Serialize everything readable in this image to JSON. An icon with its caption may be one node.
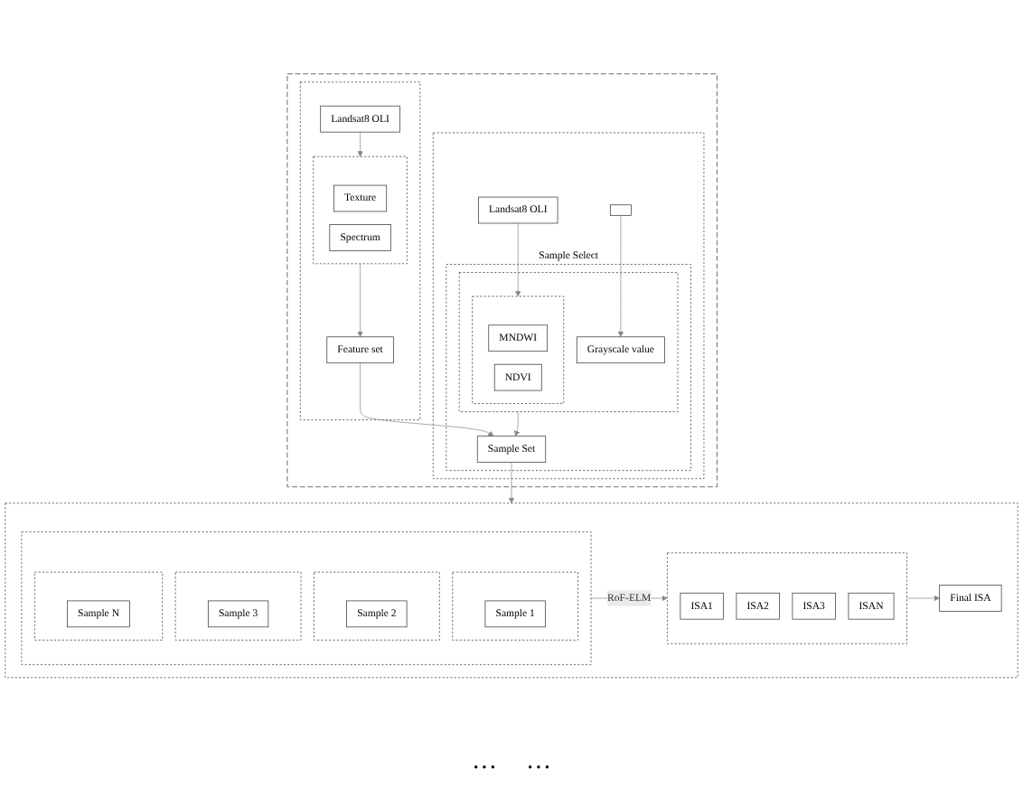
{
  "diagram": {
    "nodes": [
      {
        "text": [],
        "shape": "box"
      },
      {
        "text": [],
        "shape": "box",
        "in": 0
      },
      {
        "text": [
          "Landsat8 OLI"
        ],
        "in": 1
      },
      {
        "text": [],
        "shape": "box",
        "in": 1
      },
      {
        "text": [
          "Sample Select"
        ],
        "in": 1
      },
      {
        "text": [],
        "shape": "box",
        "in": 4
      },
      {
        "text": [],
        "shape": "box",
        "in": 5
      },
      {
        "text": [
          "MNDWI"
        ],
        "in": 6
      },
      {
        "text": [
          "NDVI"
        ],
        "in": 6
      },
      {
        "text": [
          "Grayscale value"
        ],
        "in": 5
      },
      {
        "text": [
          "Sample Set"
        ],
        "in": 4
      },
      {
        "text": [],
        "shape": "box",
        "in": 0
      },
      {
        "text": [
          "Landsat8 OLI"
        ],
        "in": 11
      },
      {
        "text": [],
        "shape": "box",
        "in": 11
      },
      {
        "text": [
          "Texture"
        ],
        "in": 13
      },
      {
        "text": [
          "Spectrum"
        ],
        "in": 13
      },
      {
        "text": [
          "Feature set"
        ],
        "in": 11
      },
      {
        "text": [],
        "shape": "box"
      },
      {
        "text": [],
        "shape": "box",
        "in": 17
      },
      {
        "text": [],
        "shape": "box",
        "in": 18
      },
      {
        "text": [
          "Sample 1"
        ],
        "in": 19
      },
      {
        "text": [],
        "shape": "box",
        "in": 18
      },
      {
        "text": [
          "Sample 2"
        ],
        "in": 21
      },
      {
        "text": [],
        "shape": "box",
        "in": 18
      },
      {
        "text": [
          "Sample 3"
        ],
        "in": 23
      },
      {
        "text": [],
        "shape": "box",
        "in": 18
      },
      {
        "text": [
          "Sample N"
        ],
        "in": 25
      },
      {
        "text": [],
        "shape": "box",
        "in": 17
      },
      {
        "text": [
          "ISA1"
        ],
        "in": 27
      },
      {
        "text": [
          "ISA2"
        ],
        "in": 27
      },
      {
        "text": [
          "ISA3"
        ],
        "in": 27
      },
      {
        "text": [
          "ISAN"
        ],
        "in": 27
      },
      {
        "text": [
          "Final ISA"
        ],
        "in": 17
      }
    ],
    "edges": [
      {
        "from": 2,
        "to": 6,
        "arrow": "to"
      },
      {
        "from": 3,
        "to": 9,
        "arrow": "to"
      },
      {
        "from": 5,
        "to": 10,
        "arrow": "to"
      },
      {
        "from": 12,
        "to": 13,
        "arrow": "to"
      },
      {
        "from": 13,
        "to": 16,
        "arrow": "to"
      },
      {
        "from": 16,
        "to": 10,
        "arrow": "to"
      },
      {
        "from": 10,
        "to": 17,
        "arrow": "to"
      },
      {
        "from": 18,
        "to": 27,
        "label": "RoF-ELM",
        "arrow": "to"
      },
      {
        "from": 27,
        "to": 32,
        "arrow": "to"
      }
    ],
    "labels": [
      "···",
      "···"
    ]
  }
}
